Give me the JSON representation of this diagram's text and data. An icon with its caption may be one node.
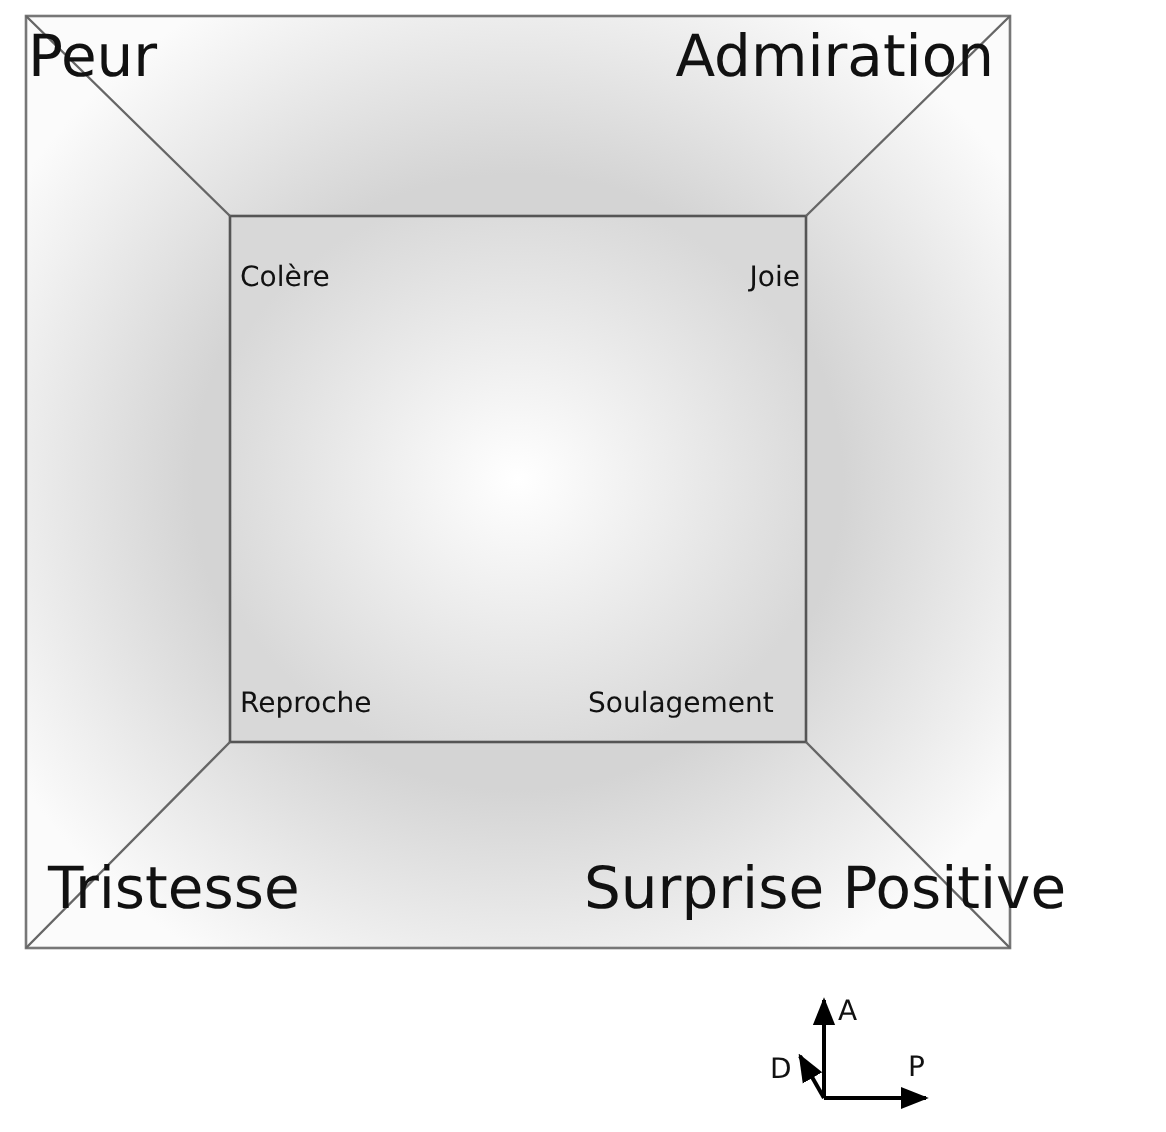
{
  "diagram": {
    "labels": [
      "Peur",
      "Admiration",
      "Colère",
      "Joie",
      "Reproche",
      "Soulagement",
      "Tristesse",
      "Surprise Positive",
      "A",
      "D",
      "P"
    ]
  }
}
